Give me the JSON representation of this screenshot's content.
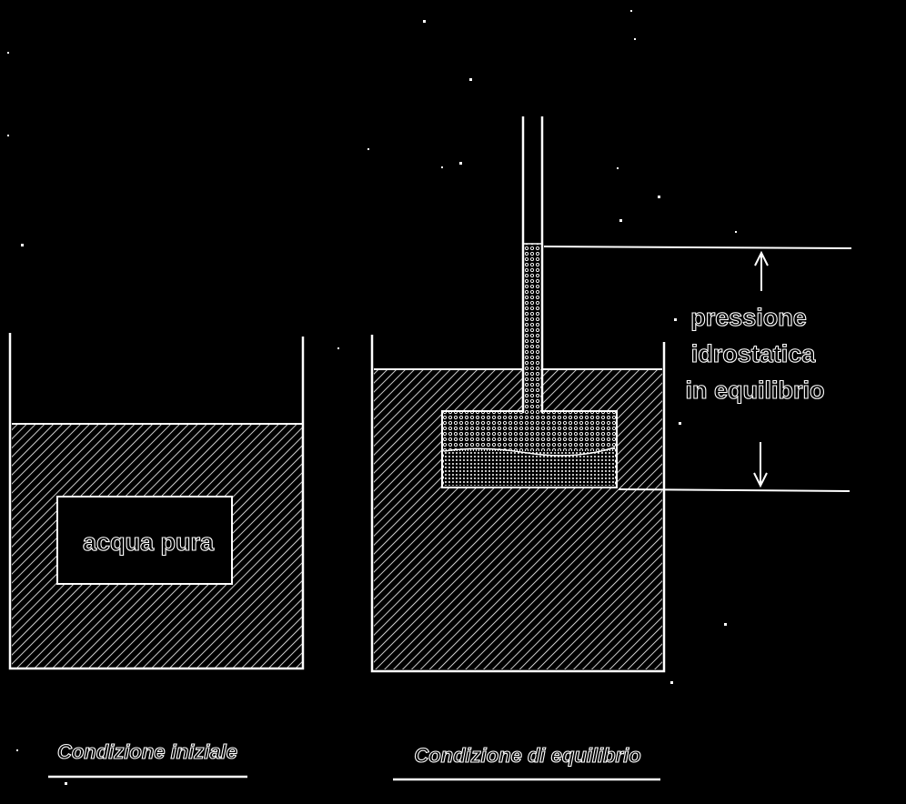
{
  "colors": {
    "background": "#000000",
    "ink": "#ffffff"
  },
  "left_container": {
    "label": "acqua pura",
    "caption": "Condizione iniziale"
  },
  "right_container": {
    "caption": "Condizione di equilibrio",
    "annotation": {
      "lines": [
        "pressione",
        "idrostatica",
        "in equilibrio"
      ]
    }
  }
}
